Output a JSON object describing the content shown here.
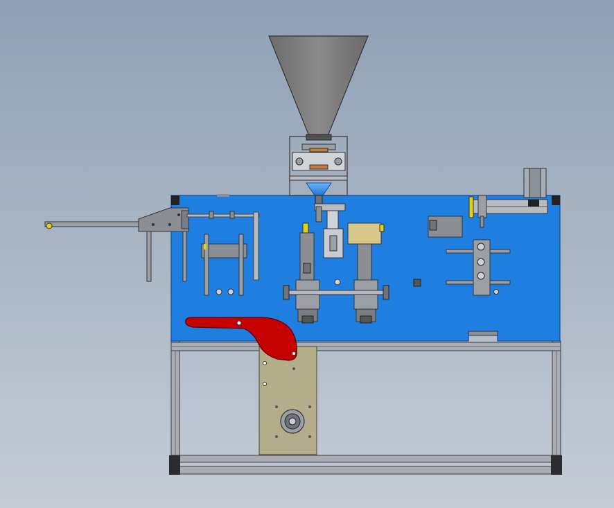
{
  "scene": {
    "description_shown": false,
    "colors": {
      "background_top": "#8fa0b4",
      "background_bottom": "#c5ccd6",
      "main_plate": "#1f7fe0",
      "plate_edge": "#0d4d99",
      "frame": "#a9adb3",
      "frame_dark": "#3a3c40",
      "hopper": "#7a7a7a",
      "mount_plate": "#b3ad8c",
      "red_guide": "#c40000",
      "yellow_block": "#e0d21a",
      "tan_block": "#d8c98a",
      "metal": "#9aa0a6"
    },
    "components": [
      "hopper-funnel",
      "dosing-unit",
      "main-plate",
      "feed-arm",
      "film-guide-bracket",
      "sealing-jaw-left",
      "sealing-jaw-right",
      "cylinder-actuator",
      "control-box",
      "linear-slide",
      "red-film-guide",
      "motor-mount-plate",
      "base-frame"
    ]
  }
}
